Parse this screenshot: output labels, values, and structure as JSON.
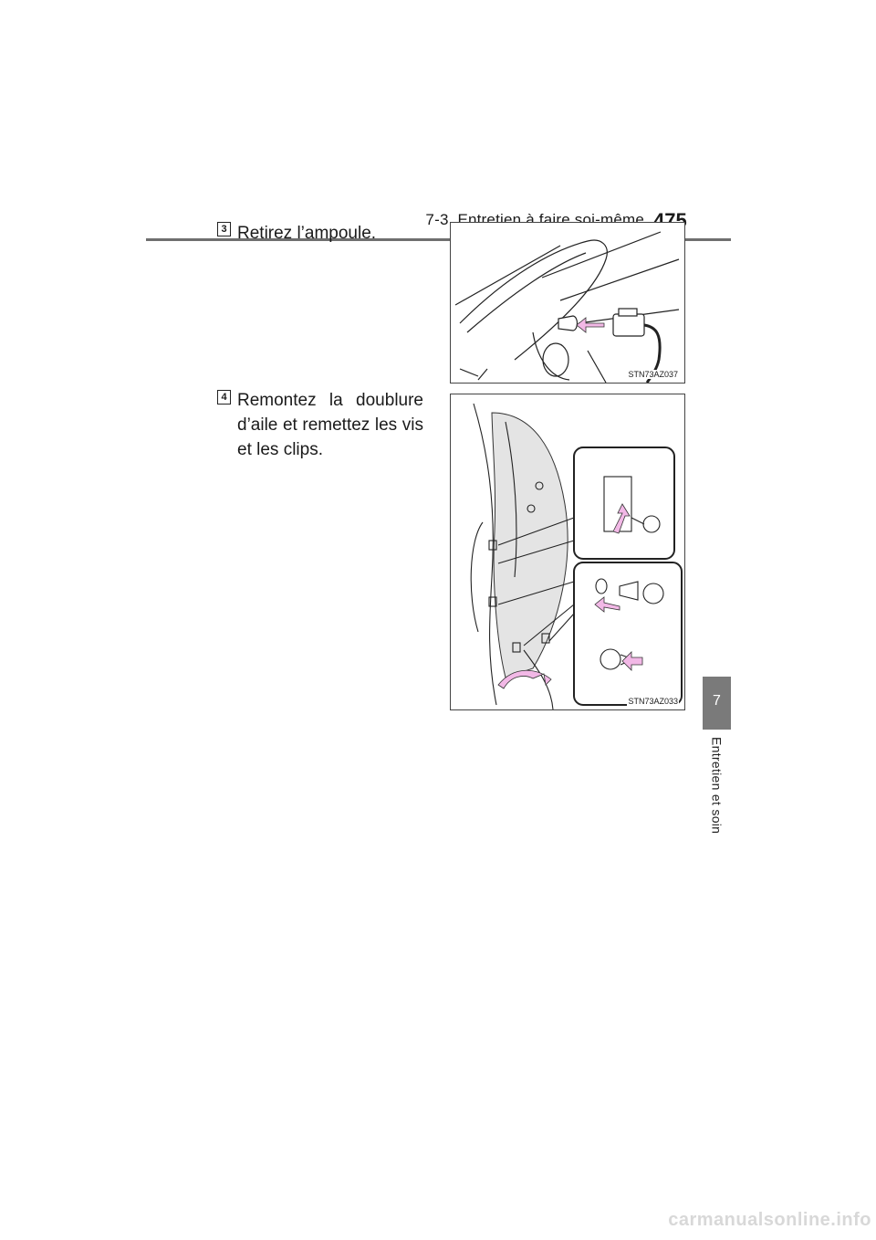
{
  "header": {
    "section_title": "7-3. Entretien à faire soi-même",
    "page_number": "475"
  },
  "steps": [
    {
      "number": "3",
      "text": "Retirez l’ampoule.",
      "figure_code": "STN73AZ037",
      "figure_icon": "bulb-removal-illustration"
    },
    {
      "number": "4",
      "text": "Remontez la doublure d’aile et remettez les vis et les clips.",
      "figure_code": "STN73AZ033",
      "figure_icon": "fender-liner-reinstall-illustration"
    }
  ],
  "chapter_tab": {
    "number": "7",
    "label": "Entretien et soin"
  },
  "watermark": "carmanualsonline.info",
  "colors": {
    "arrow": "#f2b8e6",
    "rule": "#6f6f6f",
    "tab": "#7a7a7a"
  }
}
